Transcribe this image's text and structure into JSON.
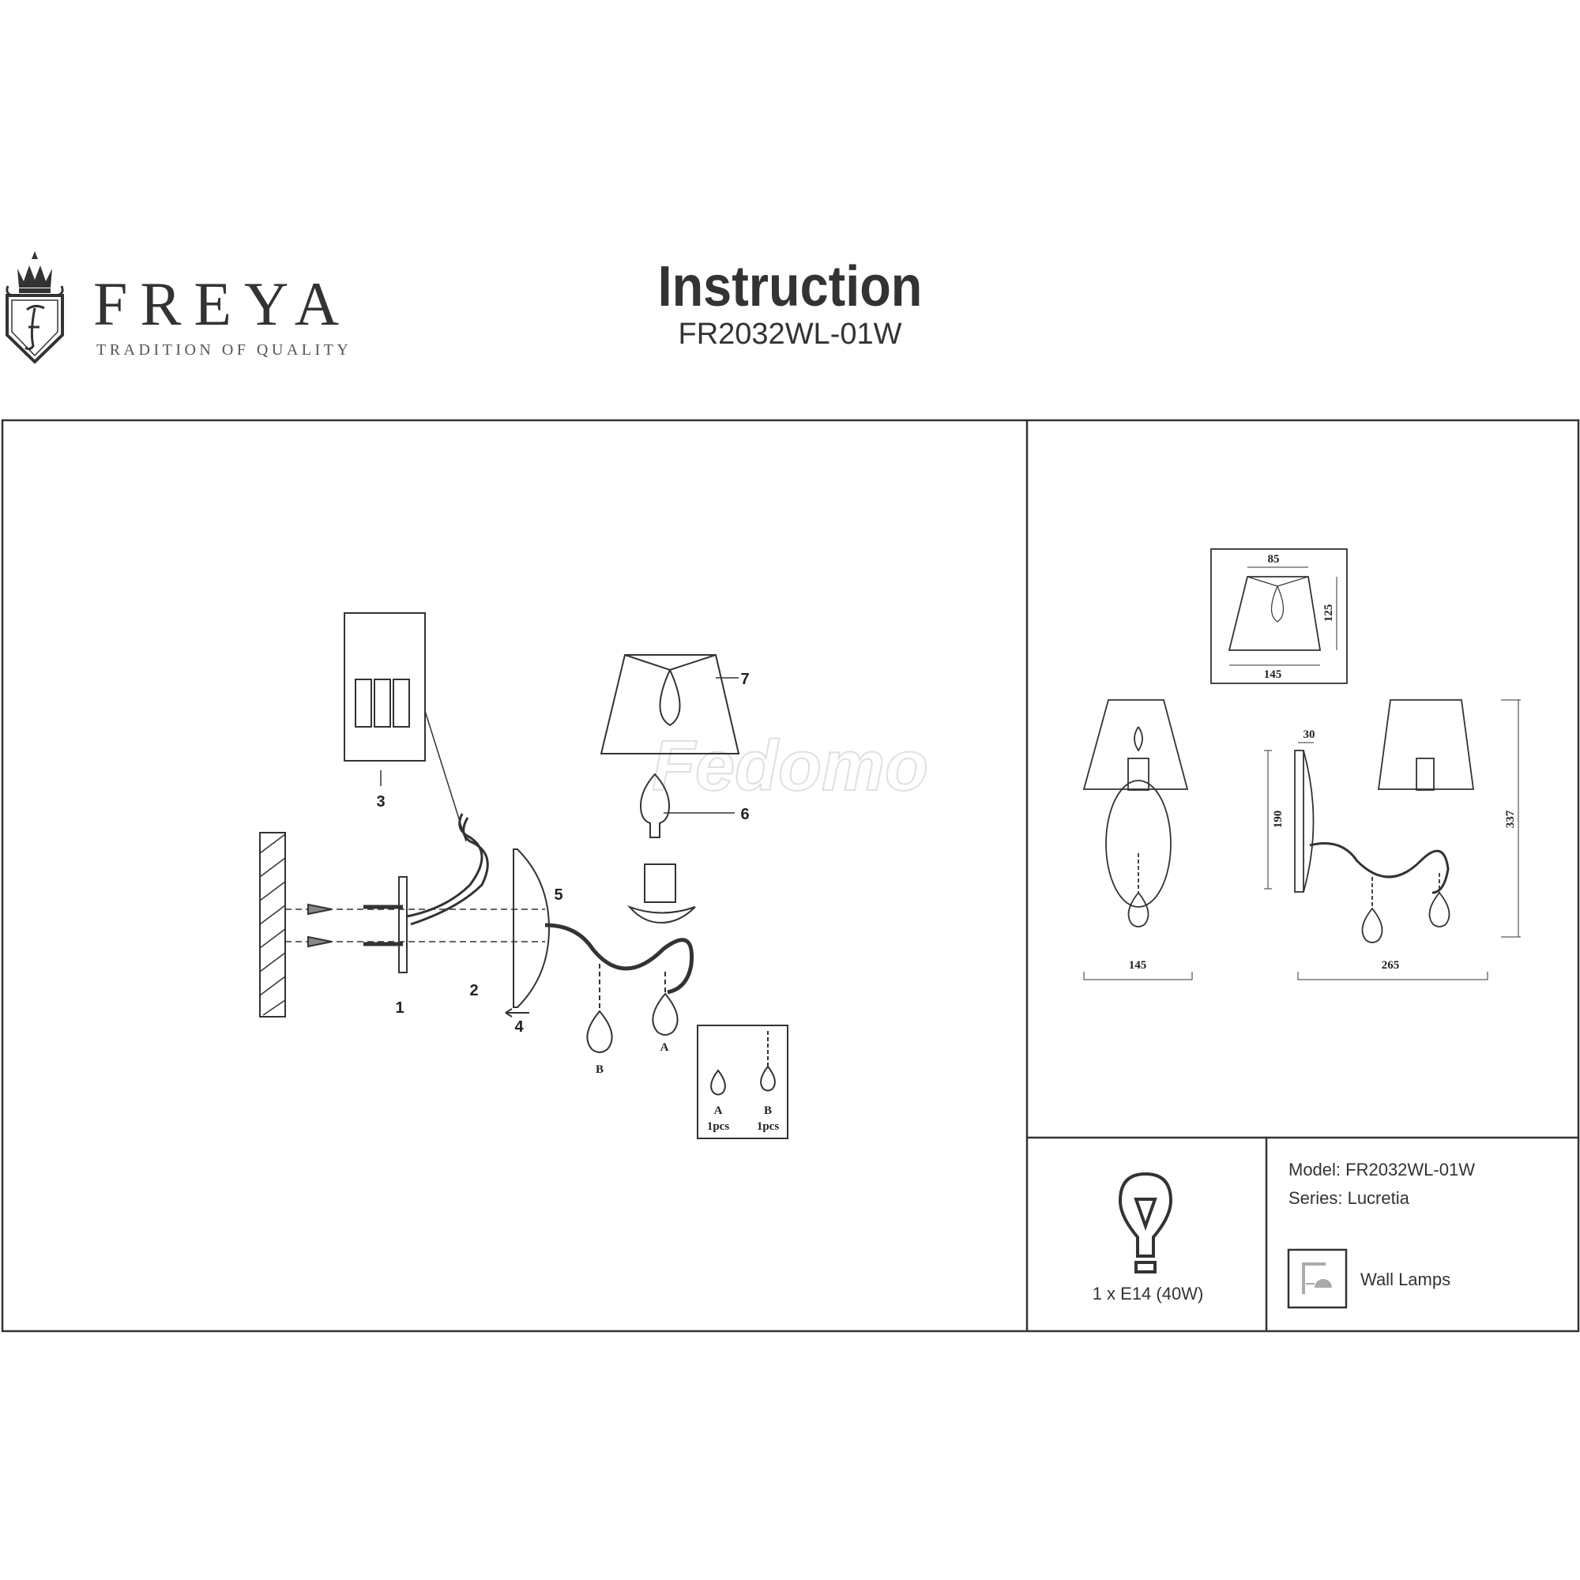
{
  "brand": {
    "name": "FREYA",
    "tagline": "TRADITION OF QUALITY",
    "logo_letter": "F"
  },
  "header": {
    "title": "Instruction",
    "model_code": "FR2032WL-01W"
  },
  "assembly": {
    "part_labels": [
      "1",
      "2",
      "3",
      "4",
      "5",
      "6",
      "7"
    ],
    "crystal_labels": {
      "a": "A",
      "b": "B"
    },
    "parts_box": {
      "a_label": "A",
      "a_qty": "1pcs",
      "b_label": "B",
      "b_qty": "1pcs"
    },
    "watermark": "Fedomo"
  },
  "dimensions": {
    "shade_top": "85",
    "shade_height": "125",
    "shade_bottom": "145",
    "front_width": "145",
    "plate_depth": "30",
    "plate_height": "190",
    "total_depth": "265",
    "total_height": "337"
  },
  "specs": {
    "bulb": "1 x E14 (40W)",
    "model": "Model: FR2032WL-01W",
    "series": "Series: Lucretia",
    "category": "Wall Lamps"
  }
}
